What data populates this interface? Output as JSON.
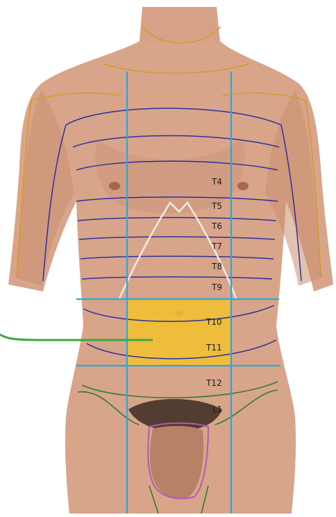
{
  "labels": {
    "t4": "T4",
    "t5": "T5",
    "t6": "T6",
    "t7": "T7",
    "t8": "T8",
    "t9": "T9",
    "t10": "T10",
    "t11": "T11",
    "t12": "T12",
    "l1": "L1"
  },
  "colors": {
    "skin": "#d9a58a",
    "skin_shadow": "#c28a6f",
    "background": "#ffffff",
    "dermatome_line": "#2c2f9c",
    "cervical_line": "#d59a2a",
    "lumbar_line": "#2e7a3a",
    "reference_line": "#2aa8dc",
    "highlight_region": "#f2c12e",
    "pointer_line": "#3aa640",
    "costal_margin": "#f4ece6",
    "pubic_outline": "#b05ab8",
    "hair": "#3a2a20"
  }
}
